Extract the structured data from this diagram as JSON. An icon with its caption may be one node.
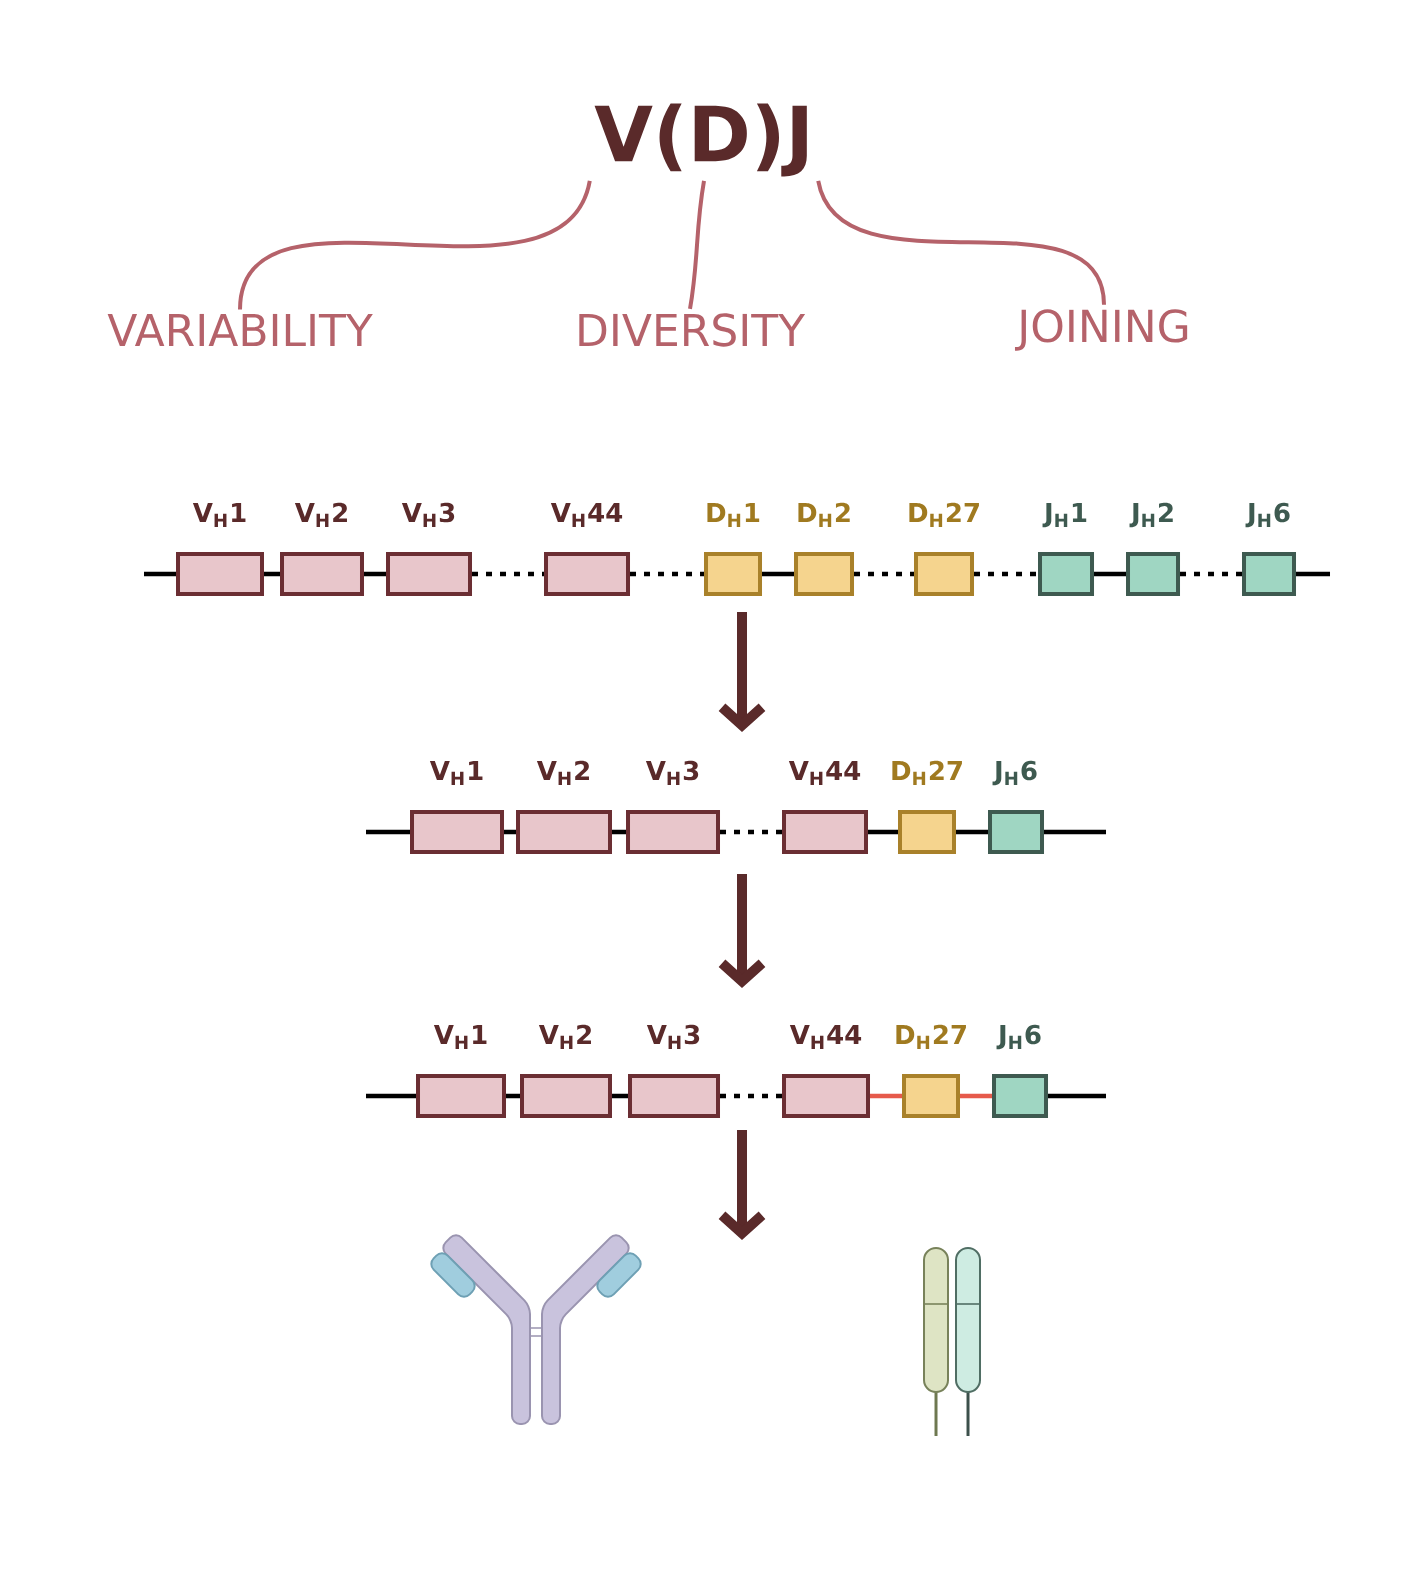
{
  "diagram": {
    "nodes": [
      {
        "text": [
          "V(D)J"
        ]
      },
      {
        "text": [
          "VARIABILITY"
        ]
      },
      {
        "text": [
          "DIVERSITY"
        ]
      },
      {
        "text": [
          "JOINING"
        ]
      },
      {
        "text": [
          "V$_{H}$1"
        ]
      },
      {
        "text": [
          "V$_{H}$2"
        ]
      },
      {
        "text": [
          "V$_{H}$3"
        ]
      },
      {
        "text": [
          "V$_{H}$44"
        ]
      },
      {
        "text": [
          "D$_{H}$1"
        ]
      },
      {
        "text": [
          "D$_{H}$2"
        ]
      },
      {
        "text": [
          "D$_{H}$27"
        ]
      },
      {
        "text": [
          "J$_{H}$1"
        ]
      },
      {
        "text": [
          "J$_{H}$2"
        ]
      },
      {
        "text": [
          "J$_{H}$6"
        ]
      },
      {
        "text": [
          "V$_{H}$1"
        ]
      },
      {
        "text": [
          "V$_{H}$2"
        ]
      },
      {
        "text": [
          "V$_{H}$3"
        ]
      },
      {
        "text": [
          "V$_{H}$44"
        ]
      },
      {
        "text": [
          "D$_{H}$27"
        ]
      },
      {
        "text": [
          "J$_{H}$6"
        ]
      },
      {
        "text": [
          "V$_{H}$1"
        ]
      },
      {
        "text": [
          "V$_{H}$2"
        ]
      },
      {
        "text": [
          "V$_{H}$3"
        ]
      },
      {
        "text": [
          "V$_{H}$44"
        ]
      },
      {
        "text": [
          "D$_{H}$27"
        ]
      },
      {
        "text": [
          "J$_{H}$6"
        ]
      }
    ],
    "edges": [
      {
        "from": 0,
        "to": 1,
        "arrow": "none"
      },
      {
        "from": 0,
        "to": 2,
        "arrow": "none"
      },
      {
        "from": 0,
        "to": 3,
        "arrow": "none"
      }
    ]
  }
}
